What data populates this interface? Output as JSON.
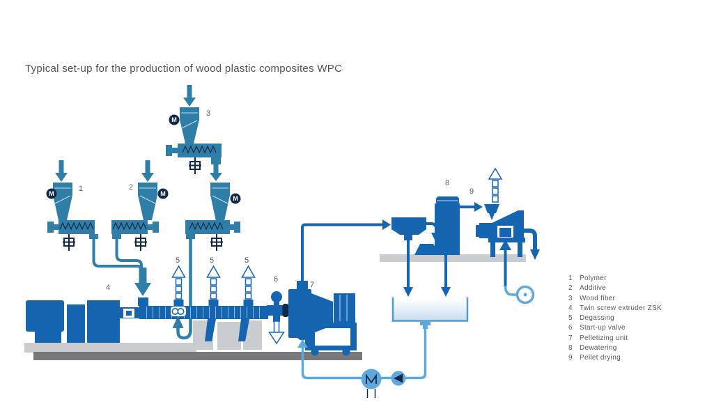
{
  "title": "Typical set-up for the production of wood plastic composites WPC",
  "diagram": {
    "motor_letter": "M",
    "callouts": {
      "n1": "1",
      "n2": "2",
      "n3": "3",
      "n4": "4",
      "n5": "5",
      "n6": "6",
      "n7": "7",
      "n8": "8",
      "n9": "9"
    }
  },
  "legend": {
    "items": [
      {
        "num": "1",
        "label": "Polymer"
      },
      {
        "num": "2",
        "label": "Additive"
      },
      {
        "num": "3",
        "label": "Wood fiber"
      },
      {
        "num": "4",
        "label": "Twin screw extruder ZSK"
      },
      {
        "num": "5",
        "label": "Degassing"
      },
      {
        "num": "6",
        "label": "Start-up valve"
      },
      {
        "num": "7",
        "label": "Pelletizing unit"
      },
      {
        "num": "8",
        "label": "Dewatering"
      },
      {
        "num": "9",
        "label": "Pellet drying"
      }
    ]
  },
  "colors": {
    "teal": "#2E7EA8",
    "process_blue": "#1565B0",
    "water_blue": "#5FA8DC",
    "navy": "#13294B",
    "platform_gray": "#C9CDD1",
    "base_gray": "#77797C",
    "tank_fill": "#C9DDF0",
    "tank_outline": "#4D9AD4",
    "text_gray": "#58595B"
  }
}
